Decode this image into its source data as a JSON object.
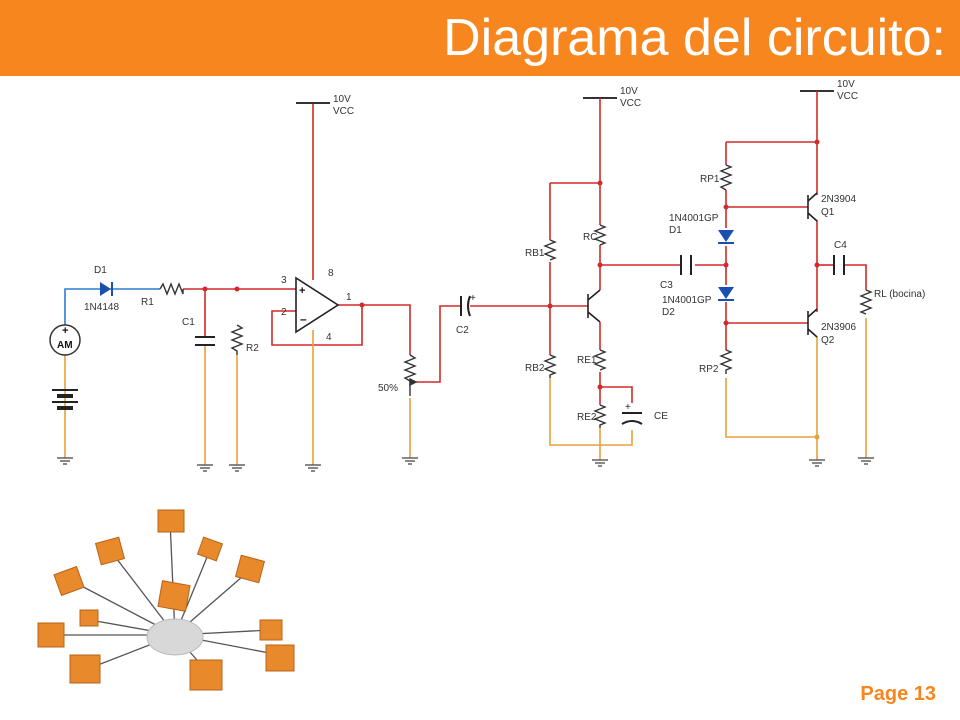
{
  "title": "Diagrama del circuito:",
  "page": "Page 13",
  "colors": {
    "accent": "#f7861e",
    "wire_power": "#d22a2a",
    "wire_ground": "#e8a23a",
    "wire_signal": "#2a7fd0"
  },
  "schematic": {
    "vcc1_v": "10V",
    "vcc1_n": "VCC",
    "vcc2_v": "10V",
    "vcc2_n": "VCC",
    "vcc3_v": "10V",
    "vcc3_n": "VCC",
    "source": "AM",
    "d1": "D1",
    "d1_part": "1N4148",
    "r1": "R1",
    "c1": "C1",
    "r2": "R2",
    "op_pin3": "3",
    "op_pin2": "2",
    "op_pin8": "8",
    "op_pin4": "4",
    "op_pin1": "1",
    "pot": "50%",
    "c2": "C2",
    "rb1": "RB1",
    "rb2": "RB2",
    "rc": "RC",
    "re1": "RE1",
    "re2": "RE2",
    "ce": "CE",
    "c3": "C3",
    "rp1": "RP1",
    "rp2": "RP2",
    "dgp1_part": "1N4001GP",
    "dgp1": "D1",
    "dgp2_part": "1N4001GP",
    "dgp2": "D2",
    "q1_part": "2N3904",
    "q1": "Q1",
    "q2_part": "2N3906",
    "q2": "Q2",
    "c4": "C4",
    "rl": "RL (bocina)"
  }
}
